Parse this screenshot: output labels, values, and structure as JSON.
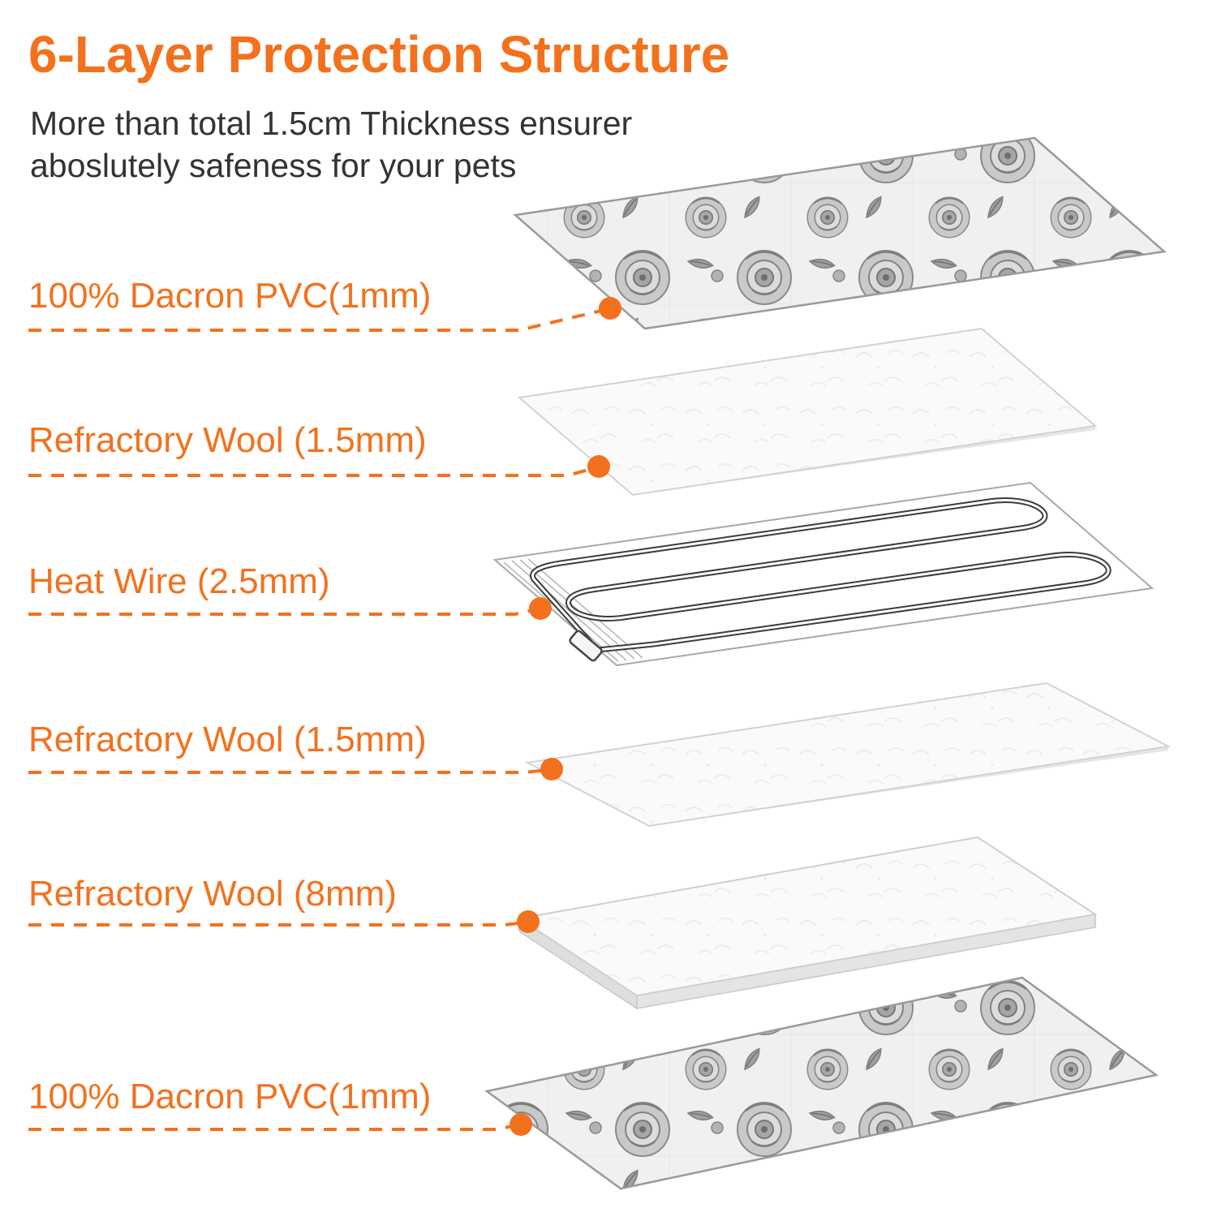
{
  "accent_color": "#F3711D",
  "header": {
    "title": "6-Layer Protection Structure",
    "subtitle_line1": "More than total 1.5cm Thickness ensurer",
    "subtitle_line2": "aboslutely safeness for your pets"
  },
  "layers": [
    {
      "label": "100% Dacron PVC(1mm)",
      "appearance": "gray floral patterned fabric sheet"
    },
    {
      "label": "Refractory Wool (1.5mm)",
      "appearance": "white wool sheet"
    },
    {
      "label": "Heat Wire (2.5mm)",
      "appearance": "serpentine heating wire on clear sheet"
    },
    {
      "label": "Refractory Wool (1.5mm)",
      "appearance": "white wool sheet"
    },
    {
      "label": "Refractory Wool (8mm)",
      "appearance": "thick white wool sheet"
    },
    {
      "label": "100% Dacron PVC(1mm)",
      "appearance": "gray floral patterned fabric sheet"
    }
  ]
}
